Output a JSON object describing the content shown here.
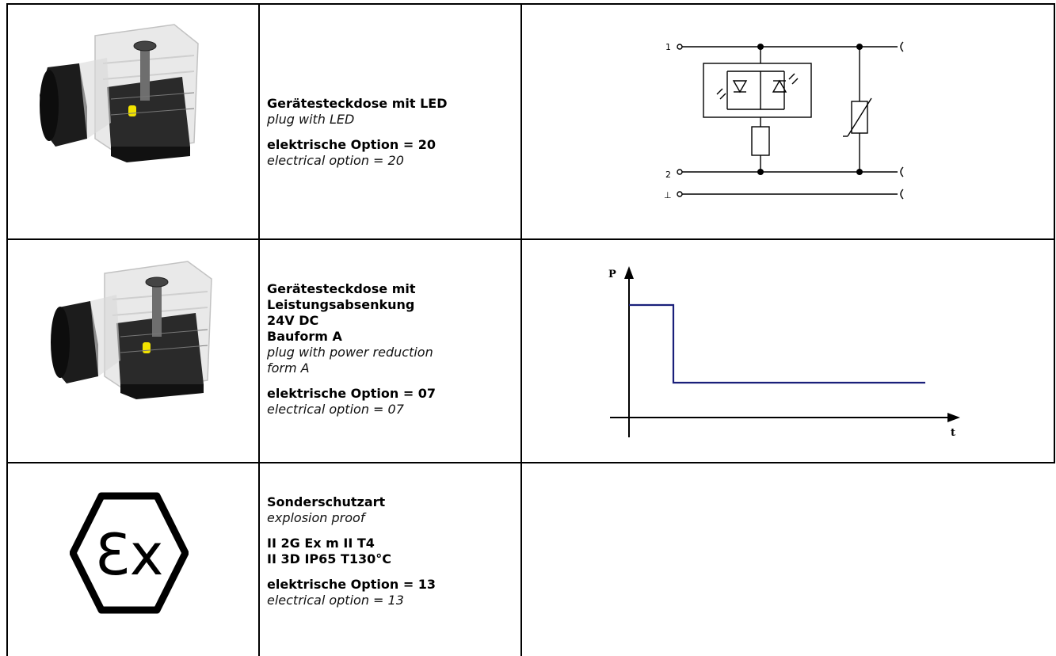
{
  "rows": [
    {
      "title_de": "Gerätesteckdose mit LED",
      "title_en": "plug with LED",
      "option_de": "elektrische Option = 20",
      "option_en": "electrical option = 20"
    },
    {
      "title_de_lines": [
        "Gerätesteckdose mit",
        "Leistungsabsenkung",
        "24V DC",
        "Bauform A"
      ],
      "title_en_lines": [
        "plug with power reduction",
        "form A"
      ],
      "option_de": "elektrische Option = 07",
      "option_en": "electrical option = 07"
    },
    {
      "title_de": "Sonderschutzart",
      "title_en": "explosion proof",
      "marking_lines": [
        "II 2G Ex m II T4",
        "II 3D IP65 T130°C"
      ],
      "option_de": "elektrische Option = 13",
      "option_en": "electrical option = 13"
    }
  ],
  "circuit": {
    "terminal_1": "1",
    "terminal_2": "2",
    "terminal_ground": "⊥"
  },
  "power_chart": {
    "y_axis_label": "P",
    "x_axis_label": "t",
    "line_color": "#1a1f7a"
  },
  "ex_symbol": {
    "text": "Ɛx"
  }
}
